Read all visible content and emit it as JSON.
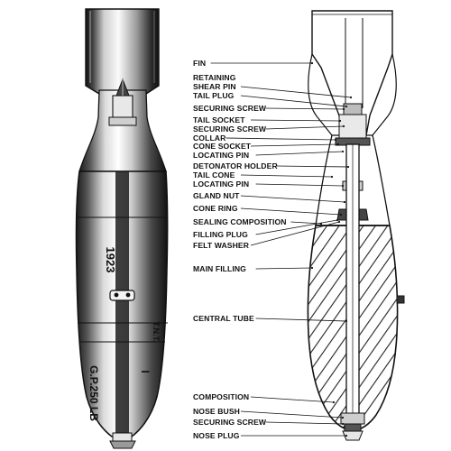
{
  "diagram": {
    "left_view": {
      "markings": {
        "serial": "1923",
        "filling": "T.N.T.",
        "type": "G.P.250 LB",
        "mark": "I"
      }
    },
    "labels": [
      "FIN",
      "RETAINING",
      "SHEAR PIN",
      "TAIL PLUG",
      "SECURING SCREW",
      "TAIL SOCKET",
      "SECURING SCREW",
      "COLLAR",
      "CONE SOCKET",
      "LOCATING PIN",
      "DETONATOR HOLDER",
      "TAIL CONE",
      "LOCATING PIN",
      "GLAND NUT",
      "CONE RING",
      "SEALING COMPOSITION",
      "FILLING PLUG",
      "FELT WASHER",
      "MAIN FILLING",
      "CENTRAL TUBE",
      "COMPOSITION",
      "NOSE BUSH",
      "SECURING SCREW",
      "NOSE PLUG"
    ]
  }
}
